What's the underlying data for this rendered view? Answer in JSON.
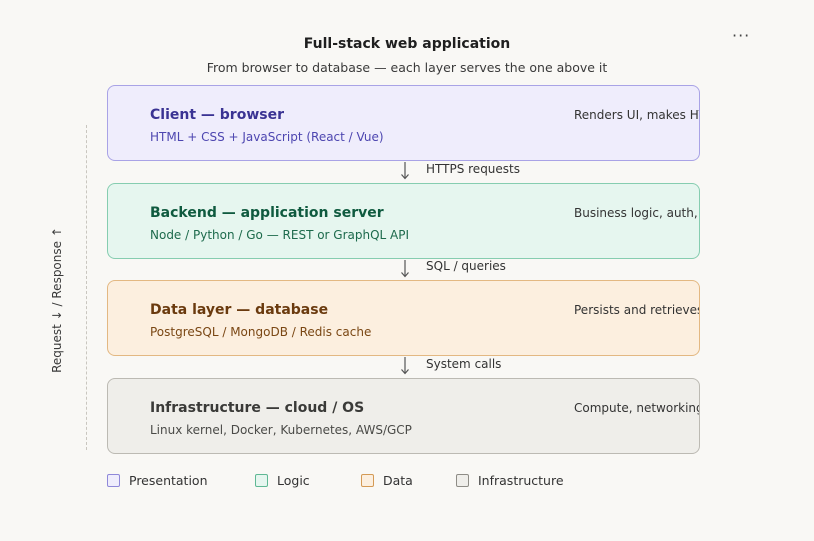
{
  "title": "Full-stack web application",
  "subtitle": "From browser to database — each layer serves the one above it",
  "menu_label": "···",
  "axis_label": "Request ↓ / Response ↑",
  "layers": [
    {
      "name": "Client — browser",
      "tech": "HTML + CSS + JavaScript (React / Vue)",
      "description": "Renders UI, makes HTTP requests"
    },
    {
      "name": "Backend — application server",
      "tech": "Node / Python / Go — REST or GraphQL API",
      "description": "Business logic, auth, routing"
    },
    {
      "name": "Data layer — database",
      "tech": "PostgreSQL / MongoDB / Redis cache",
      "description": "Persists and retrieves data"
    },
    {
      "name": "Infrastructure — cloud / OS",
      "tech": "Linux kernel, Docker, Kubernetes, AWS/GCP",
      "description": "Compute, networking, storage"
    }
  ],
  "connectors": [
    {
      "label": "HTTPS requests"
    },
    {
      "label": "SQL / queries"
    },
    {
      "label": "System calls"
    }
  ],
  "legend": [
    {
      "label": "Presentation",
      "fill": "#efedfc",
      "stroke": "#8f88d9"
    },
    {
      "label": "Logic",
      "fill": "#e6f6ef",
      "stroke": "#5fb894"
    },
    {
      "label": "Data",
      "fill": "#fcefdf",
      "stroke": "#d49a55"
    },
    {
      "label": "Infrastructure",
      "fill": "#efeeea",
      "stroke": "#8e8c86"
    }
  ]
}
